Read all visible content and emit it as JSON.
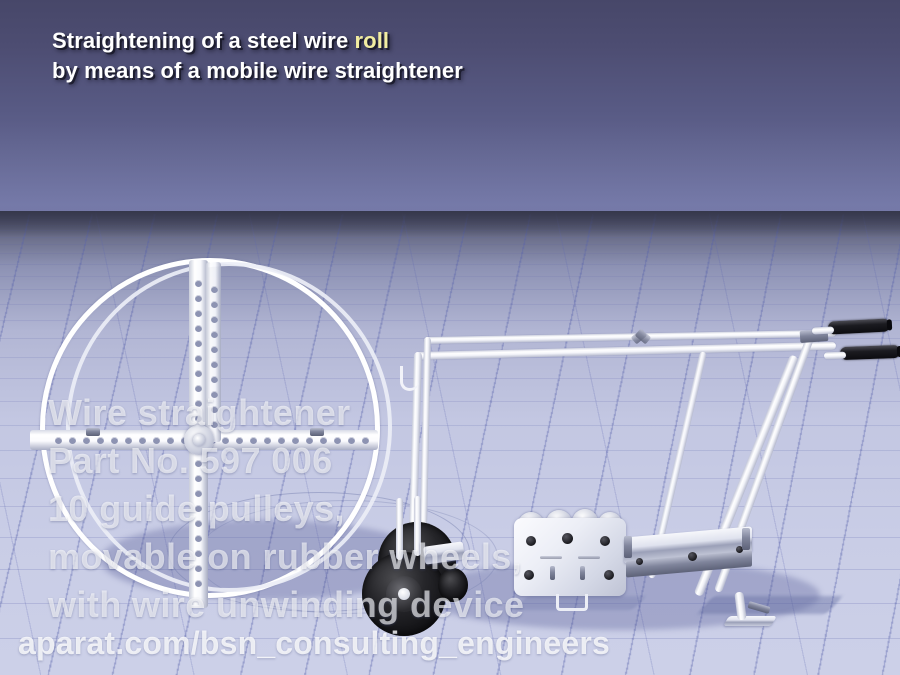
{
  "scene": {
    "kind": "3d-product-render",
    "subject": "mobile wire straightener with steel wire reel",
    "colors": {
      "sky_top": "#474769",
      "sky_horizon": "#6d70a0",
      "ground_near": "#ccd0e8",
      "ground_far": "#4e5069",
      "grid_line": "#5660aa",
      "metal_white": "#ffffff",
      "rubber_black": "#131316",
      "title_text": "#ffffff",
      "title_highlight": "#f2eda1",
      "watermark_text": "rgba(255,255,255,0.62)"
    }
  },
  "title": {
    "line1_before": "Straightening of a steel wire ",
    "line1_highlight": "roll",
    "line2": "by means of a mobile wire straightener"
  },
  "watermark": {
    "lines": [
      "Wire straightener",
      "Part No. 597 006",
      "10 guide pulleys,",
      "movable on rubber wheels,",
      "with wire unwinding device"
    ],
    "url": "aparat.com/bsn_consulting_engineers"
  },
  "parts": {
    "reel_label": "wire-reel",
    "frame_label": "cart-frame",
    "wheels_label": "rubber-wheels",
    "straightener_label": "straightener-unit",
    "grips_label": "handle-grips"
  }
}
